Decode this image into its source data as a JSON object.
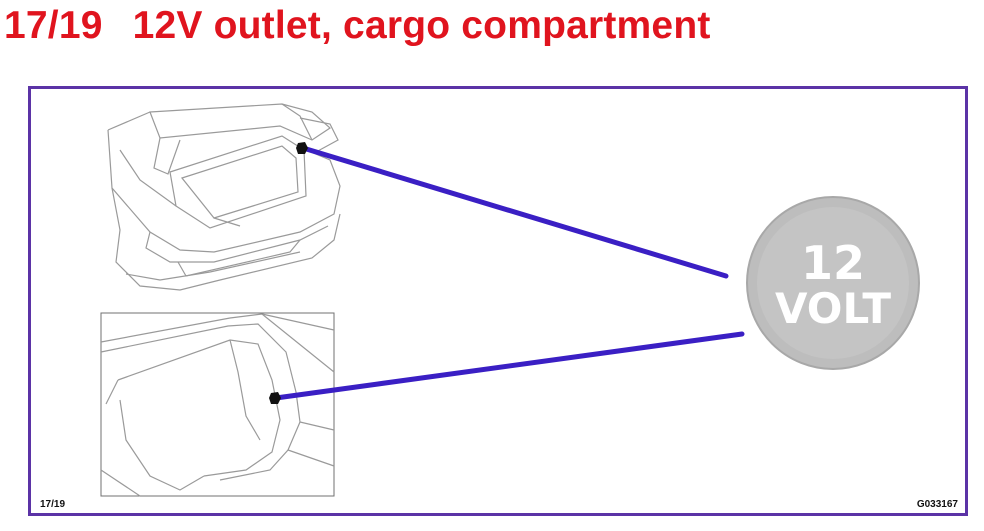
{
  "header": {
    "page_ref": "17/19",
    "title": "12V outlet, cargo compartment"
  },
  "badge": {
    "line1": "12",
    "line2": "VOLT"
  },
  "footer": {
    "page_ref": "17/19",
    "figure_code": "G033167"
  },
  "colors": {
    "title": "#e0141e",
    "frame": "#5b33a6",
    "leader_line": "#3a1fc4",
    "badge_fill": "#bdbdbd",
    "badge_text": "#ffffff"
  },
  "icons": {
    "badge": "12-volt-badge-icon",
    "outlet": "power-outlet-icon"
  }
}
